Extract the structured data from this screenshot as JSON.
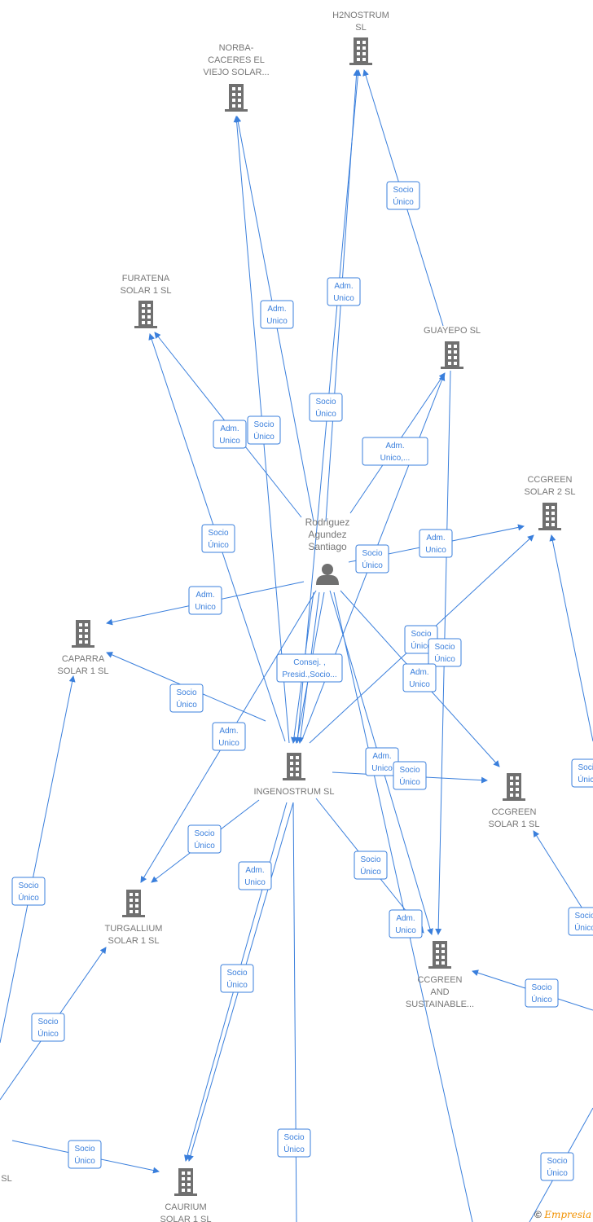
{
  "colors": {
    "edge": "#3a7fdc",
    "node": "#707070",
    "label": "#777777"
  },
  "nodes": [
    {
      "id": "h2nostrum",
      "type": "company",
      "label": [
        "H2NOSTRUM",
        "SL"
      ]
    },
    {
      "id": "norba",
      "type": "company",
      "label": [
        "NORBA-",
        "CACERES EL",
        "VIEJO SOLAR..."
      ]
    },
    {
      "id": "furatena",
      "type": "company",
      "label": [
        "FURATENA",
        "SOLAR 1  SL"
      ]
    },
    {
      "id": "guayepo",
      "type": "company",
      "label": [
        "GUAYEPO  SL"
      ]
    },
    {
      "id": "ccgreen2",
      "type": "company",
      "label": [
        "CCGREEN",
        "SOLAR 2  SL"
      ]
    },
    {
      "id": "person",
      "type": "person",
      "label": [
        "Rodriguez",
        "Agundez",
        "Santiago"
      ]
    },
    {
      "id": "caparra",
      "type": "company",
      "label": [
        "CAPARRA",
        "SOLAR 1  SL"
      ]
    },
    {
      "id": "ingenostrum",
      "type": "company",
      "label": [
        "INGENOSTRUM SL"
      ]
    },
    {
      "id": "ccgreen1",
      "type": "company",
      "label": [
        "CCGREEN",
        "SOLAR 1  SL"
      ]
    },
    {
      "id": "turgallium",
      "type": "company",
      "label": [
        "TURGALLIUM",
        "SOLAR 1  SL"
      ]
    },
    {
      "id": "ccgreensust",
      "type": "company",
      "label": [
        "CCGREEN",
        "AND",
        "SUSTAINABLE..."
      ]
    },
    {
      "id": "caurium",
      "type": "company",
      "label": [
        "CAURIUM",
        "SOLAR 1  SL"
      ]
    },
    {
      "id": "partial-left",
      "type": "text",
      "label": [
        "SL"
      ]
    }
  ],
  "edge_labels": [
    [
      "Socio",
      "Único"
    ],
    [
      "Adm.",
      "Unico"
    ],
    [
      "Adm.",
      "Unico"
    ],
    [
      "Adm.",
      "Unico"
    ],
    [
      "Socio",
      "Único"
    ],
    [
      "Socio",
      "Único"
    ],
    [
      "Adm.",
      "Unico,..."
    ],
    [
      "Socio",
      "Único"
    ],
    [
      "Adm.",
      "Unico"
    ],
    [
      "Socio",
      "Único"
    ],
    [
      "Adm.",
      "Unico"
    ],
    [
      "Socio",
      "Único"
    ],
    [
      "Socio",
      "Único"
    ],
    [
      "Consej. ,",
      "Presid.,Socio..."
    ],
    [
      "Adm.",
      "Unico"
    ],
    [
      "Socio",
      "Único"
    ],
    [
      "Adm.",
      "Unico"
    ],
    [
      "Adm.",
      "Unico"
    ],
    [
      "Socio",
      "Único"
    ],
    [
      "Socio",
      "Único"
    ],
    [
      "Adm.",
      "Unico"
    ],
    [
      "Socio",
      "Único"
    ],
    [
      "Adm.",
      "Unico"
    ],
    [
      "Socio",
      "Único"
    ],
    [
      "Socio",
      "Único"
    ],
    [
      "Socio",
      "Único"
    ],
    [
      "Socio",
      "Único"
    ],
    [
      "Socio",
      "Único"
    ],
    [
      "Socio",
      "Único"
    ],
    [
      "Socio",
      "Único"
    ],
    [
      "Socio",
      "Único"
    ],
    [
      "Socio",
      "Único"
    ]
  ],
  "watermark": {
    "copyright": "©",
    "brand": "Empresia"
  }
}
